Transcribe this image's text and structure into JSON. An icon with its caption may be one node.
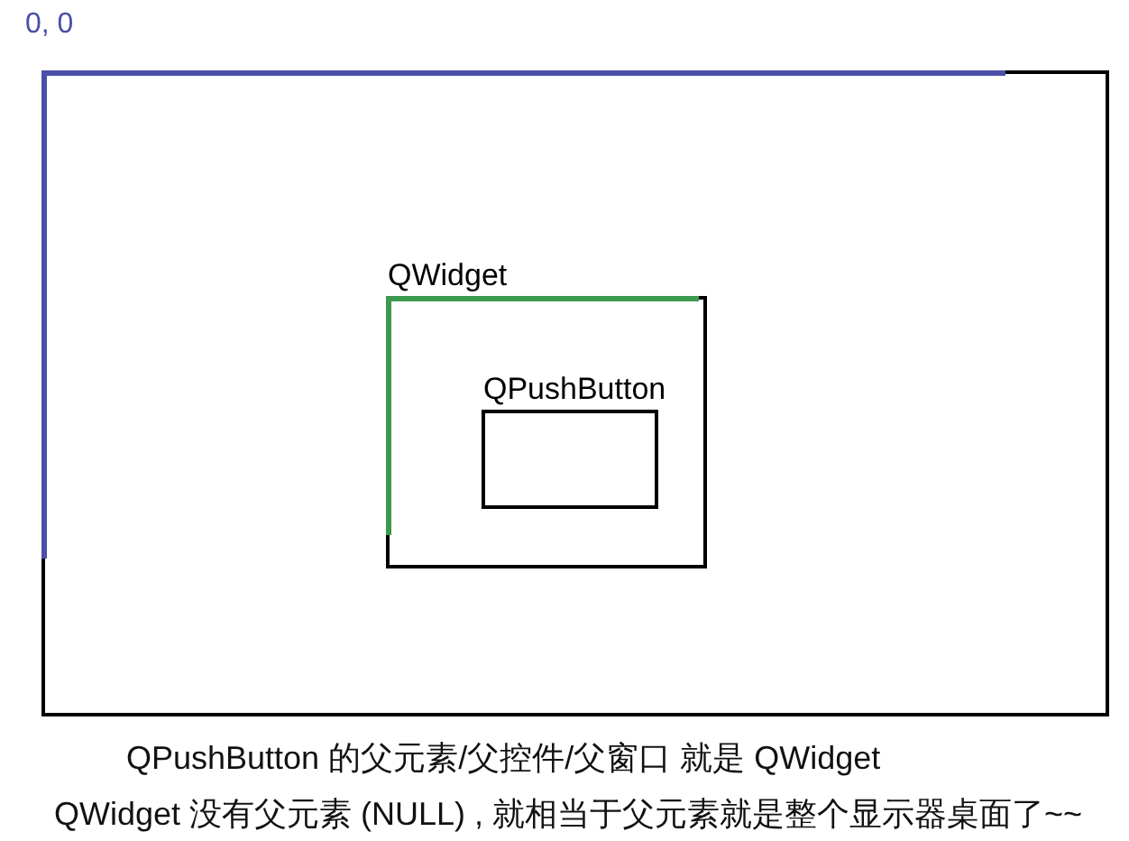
{
  "diagram": {
    "nodes": [
      {
        "text": [],
        "shape": "box"
      },
      {
        "text": [
          "QWidget"
        ],
        "in": 0
      },
      {
        "text": [
          "QPushButton"
        ],
        "in": 1
      }
    ],
    "labels": [
      "0, 0",
      "QPushButton 的父元素/父控件/父窗口 就是 QWidget",
      "QWidget 没有父元素 (NULL) , 就相当于父元素就是整个显示器桌面了~~"
    ]
  }
}
